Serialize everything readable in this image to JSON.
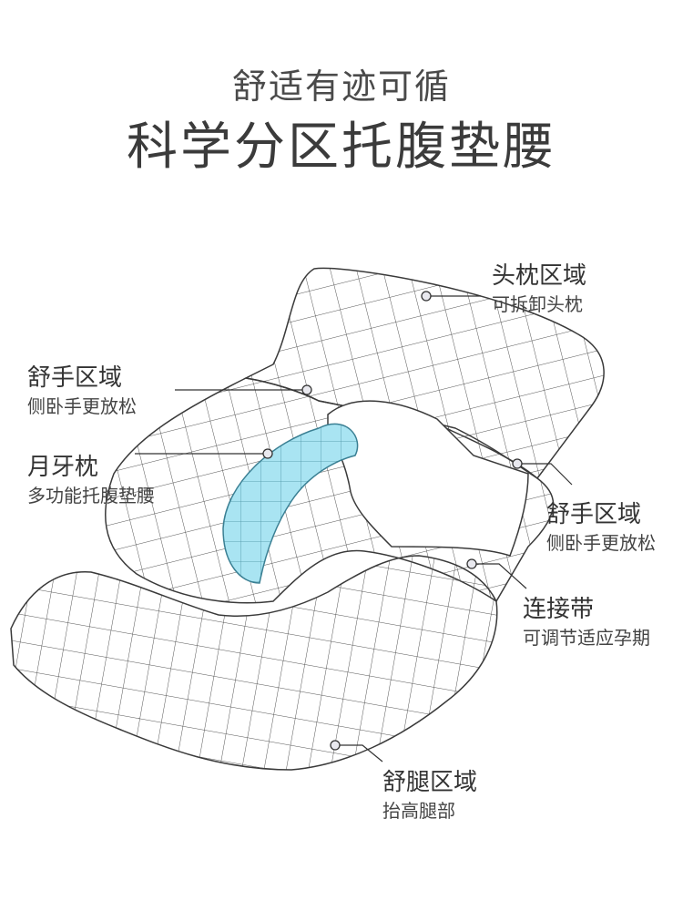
{
  "header": {
    "subtitle": "舒适有迹可循",
    "title": "科学分区托腹垫腰"
  },
  "zones": [
    {
      "id": "head",
      "name": "头枕区域",
      "desc": "可拆卸头枕"
    },
    {
      "id": "hand-left",
      "name": "舒手区域",
      "desc": "侧卧手更放松"
    },
    {
      "id": "moon",
      "name": "月牙枕",
      "desc": "多功能托腹垫腰"
    },
    {
      "id": "hand-right",
      "name": "舒手区域",
      "desc": "侧卧手更放松"
    },
    {
      "id": "strap",
      "name": "连接带",
      "desc": "可调节适应孕期"
    },
    {
      "id": "leg",
      "name": "舒腿区域",
      "desc": "抬高腿部"
    }
  ],
  "colors": {
    "outline": "#3a3a3a",
    "grid": "#555555",
    "moon_fill": "#a9e4f2",
    "moon_stroke": "#3a7f93",
    "marker": "#e9e9ef"
  }
}
